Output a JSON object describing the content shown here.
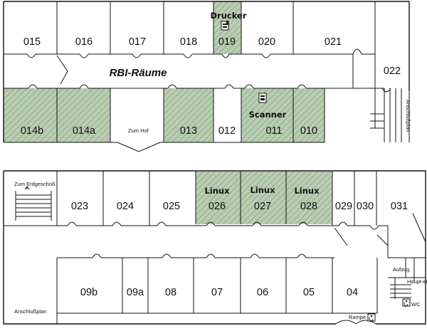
{
  "title": "RBI-Räume",
  "colors": {
    "hatched": "#b9cdb2",
    "hatch_line": "#7f9a7a",
    "wall": "#111111"
  },
  "top_floor": {
    "rooms": {
      "r015": "015",
      "r016": "016",
      "r017": "017",
      "r018": "018",
      "r019": "019",
      "r020": "020",
      "r021": "021",
      "r022": "022",
      "r014b": "014b",
      "r014a": "014a",
      "r013": "013",
      "r012": "012",
      "r011": "011",
      "r010": "010"
    },
    "tags": {
      "drucker": "Drucker",
      "scanner": "Scanner"
    },
    "labels": {
      "zum_hof": "Zum Hof",
      "anschlussplan": "Anschlußplan"
    },
    "hatched_rooms": [
      "019",
      "014b",
      "014a",
      "013",
      "011",
      "010"
    ]
  },
  "bottom_floor": {
    "rooms": {
      "r023": "023",
      "r024": "024",
      "r025": "025",
      "r026": "026",
      "r027": "027",
      "r028": "028",
      "r029": "029",
      "r030": "030",
      "r031": "031",
      "r09b": "09b",
      "r09a": "09a",
      "r08": "08",
      "r07": "07",
      "r06": "06",
      "r05": "05",
      "r04": "04"
    },
    "tags": {
      "linux1": "Linux",
      "linux2": "Linux",
      "linux3": "Linux"
    },
    "labels": {
      "zum_erdgeschoss": "Zum Erdgeschoß",
      "anschlussplan": "Anschlußplan",
      "aufzug": "Aufzug",
      "wc": "WC",
      "rampe": "Rampe",
      "haupteingang": "Haupt-eingang"
    },
    "hatched_rooms": [
      "026",
      "027",
      "028"
    ]
  },
  "icons": [
    "printer-icon",
    "scanner-icon",
    "wheelchair-icon",
    "stairs-icon"
  ]
}
